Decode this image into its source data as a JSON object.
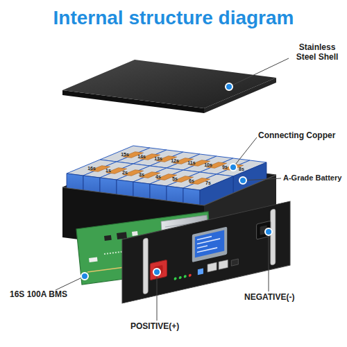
{
  "diagram": {
    "title": "Internal structure diagram",
    "labels": [
      "Stainless Steel Shell",
      "Connecting Copper",
      "A-Grade Battery",
      "15s",
      "14s",
      "13s",
      "12s",
      "11s",
      "10s",
      "9s",
      "8s",
      "16s",
      "1s",
      "2s",
      "3s",
      "4s",
      "5s",
      "6s",
      "7s",
      "16S 100A BMS",
      "POSITIVE(+)",
      "NEGATIVE(-)"
    ]
  }
}
